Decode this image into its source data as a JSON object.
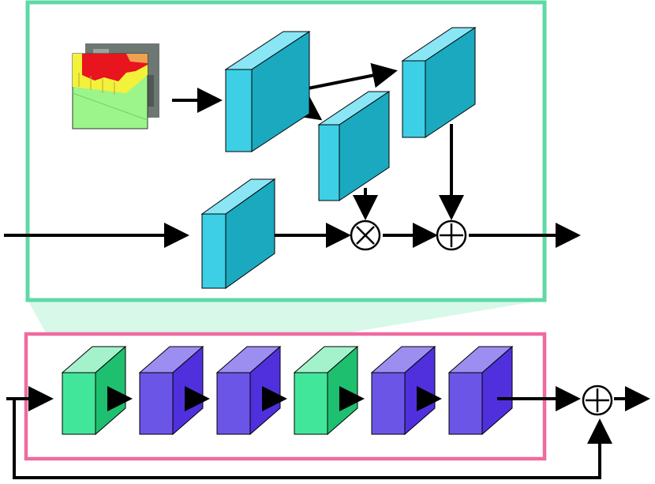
{
  "colors": {
    "detail_frame": "#5fd9a6",
    "detail_fill": "#ffffff",
    "funnel": "#b8f2d8",
    "block_frame": "#ef6ba0",
    "cyan_front": "#3ccfe6",
    "cyan_side": "#1aa9bf",
    "cyan_top": "#8ae6f4",
    "green_front": "#42e69a",
    "green_side": "#1fbf70",
    "green_top": "#a4f2cc",
    "purple_front": "#6a55e6",
    "purple_side": "#5030dc",
    "purple_top": "#9c8ef0",
    "arrow": "#000000"
  },
  "icons": {
    "input_image": "segmentation-map-thumbnail-icon",
    "multiply": "circled-times-icon",
    "add": "circled-plus-icon"
  },
  "symbols": {
    "multiply": "⊗",
    "add": "⊕"
  },
  "top_module": {
    "blocks": [
      "cyan",
      "cyan",
      "cyan",
      "cyan"
    ]
  },
  "bottom_module": {
    "blocks": [
      "green",
      "purple",
      "purple",
      "green",
      "purple",
      "purple"
    ]
  }
}
